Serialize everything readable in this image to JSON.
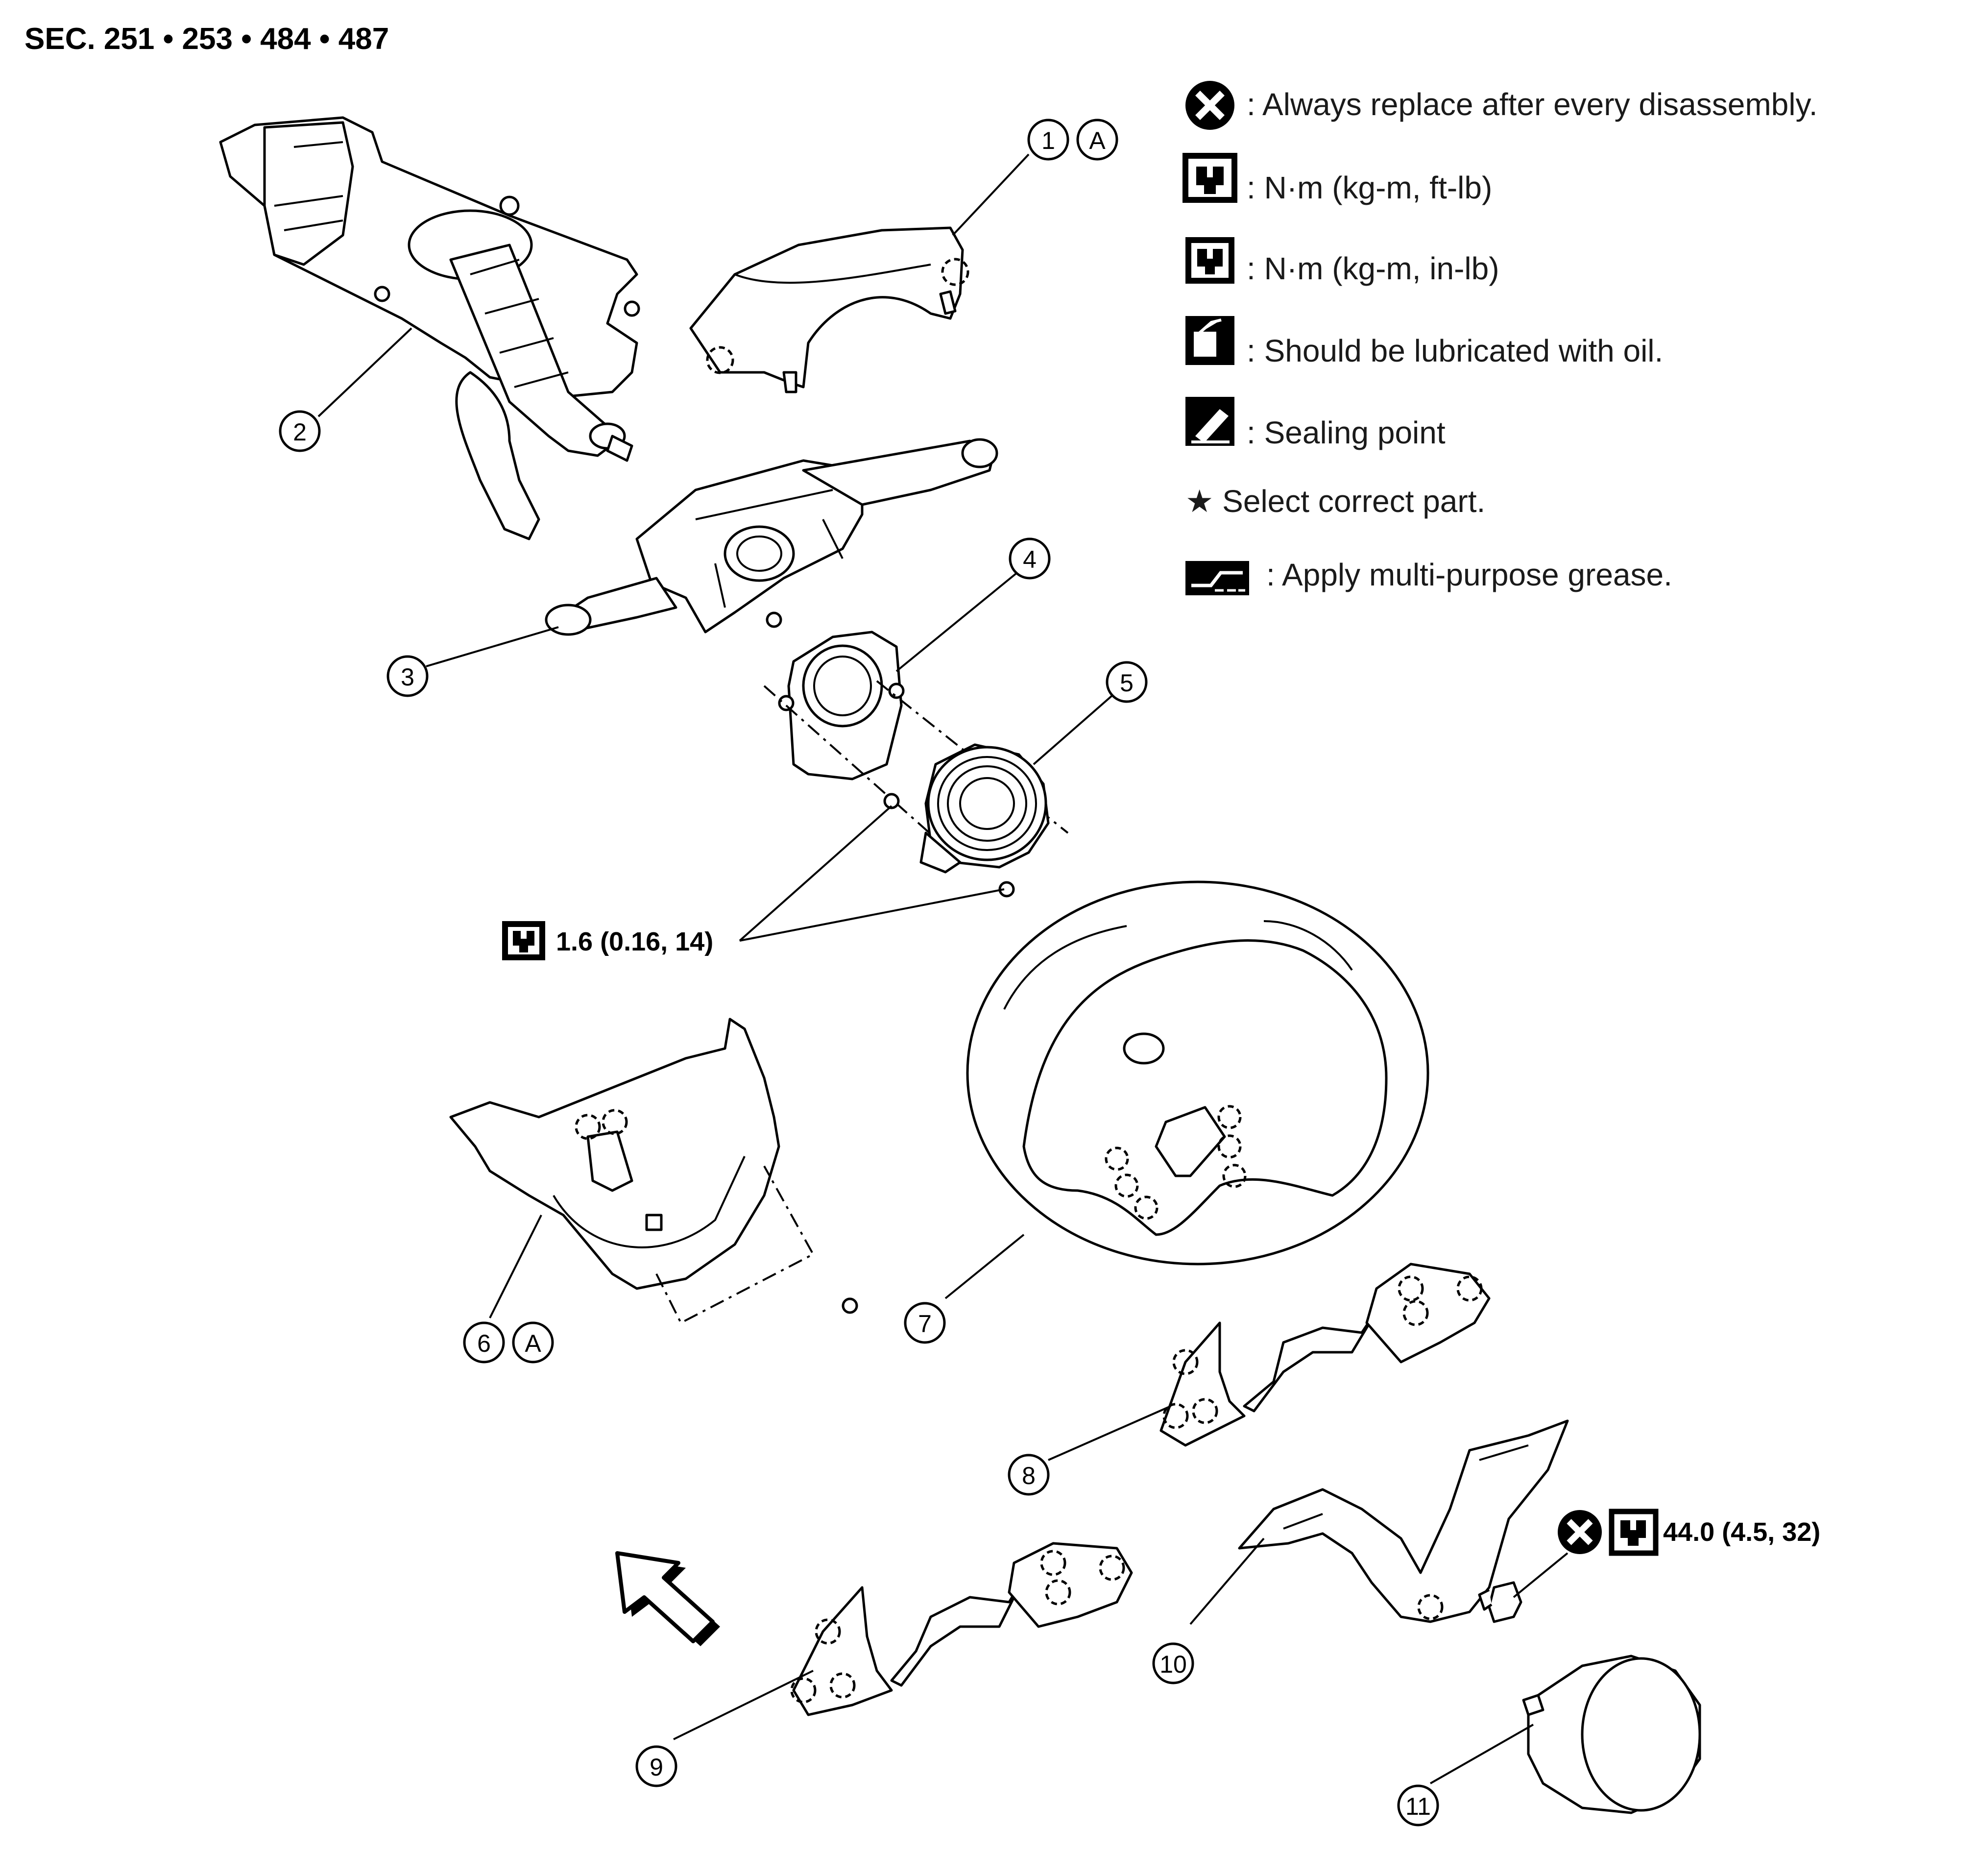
{
  "header": {
    "section_title": "SEC. 251 • 253 • 484 • 487"
  },
  "legend": [
    {
      "icon": "always-replace-icon",
      "text": ": Always replace after every disassembly."
    },
    {
      "icon": "torque-ftlb-icon",
      "text": ": N·m (kg-m, ft-lb)"
    },
    {
      "icon": "torque-inlb-icon",
      "text": ": N·m (kg-m, in-lb)"
    },
    {
      "icon": "oil-can-icon",
      "text": ": Should be lubricated with oil."
    },
    {
      "icon": "sealing-point-icon",
      "text": ": Sealing point"
    },
    {
      "icon": "star-icon",
      "text": "★ Select correct part."
    },
    {
      "icon": "grease-icon",
      "text": ": Apply multi-purpose grease."
    }
  ],
  "torque_specs": {
    "clock_spring_screws": "1.6 (0.16, 14)",
    "steering_wheel_bolt": "44.0 (4.5, 32)"
  },
  "callouts": {
    "c1": "1",
    "c1_ref": "A",
    "c2": "2",
    "c3": "3",
    "c4": "4",
    "c5": "5",
    "c6": "6",
    "c6_ref": "A",
    "c7": "7",
    "c8": "8",
    "c9": "9",
    "c10": "10",
    "c11": "11"
  },
  "colors": {
    "line": "#000000",
    "background": "#ffffff",
    "legend_text": "#1a1a1a"
  }
}
